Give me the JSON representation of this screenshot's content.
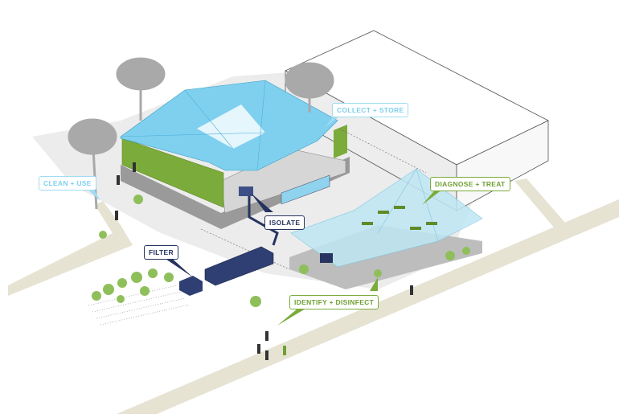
{
  "labels": {
    "collect_store": "COLLECT + STORE",
    "clean_use": "CLEAN + USE",
    "diagnose_treat": "DIAGNOSE + TREAT",
    "isolate": "ISOLATE",
    "filter": "FILTER",
    "identify_disinfect": "IDENTIFY + DISINFECT"
  },
  "colors": {
    "roof_blue": "#7fd0ef",
    "wall_green": "#7bab3a",
    "navy": "#26345f",
    "path_beige": "#e6e3d3",
    "shadow_grey": "#e7e7e7"
  }
}
